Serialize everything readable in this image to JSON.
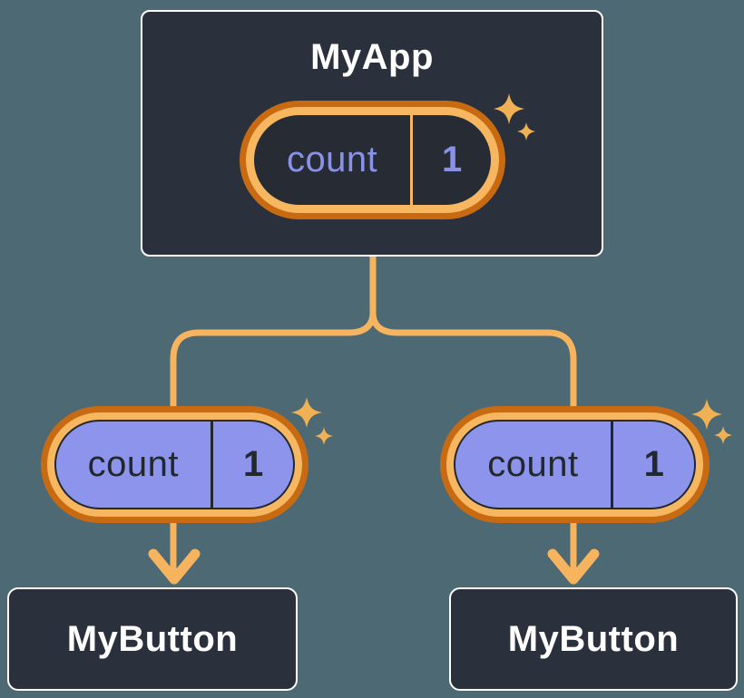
{
  "diagram": {
    "root": {
      "title": "MyApp",
      "state": {
        "name": "count",
        "value": "1"
      }
    },
    "children": [
      {
        "title": "MyButton",
        "prop": {
          "name": "count",
          "value": "1"
        }
      },
      {
        "title": "MyButton",
        "prop": {
          "name": "count",
          "value": "1"
        }
      }
    ]
  },
  "colors": {
    "background": "#4D6973",
    "node_fill": "#2A303C",
    "node_border": "#FFFFFF",
    "node_text": "#FFFFFF",
    "pill_interior_dark": "#262B34",
    "pill_fill_purple": "#8C94EB",
    "purple_text": "#8A92E8",
    "dark_text": "#23282F",
    "ring_outer_orange": "#C76A12",
    "ring_inner_orange": "#F6B760",
    "connector_orange": "#F6B45F",
    "sparkle_orange": "#F0B154"
  }
}
